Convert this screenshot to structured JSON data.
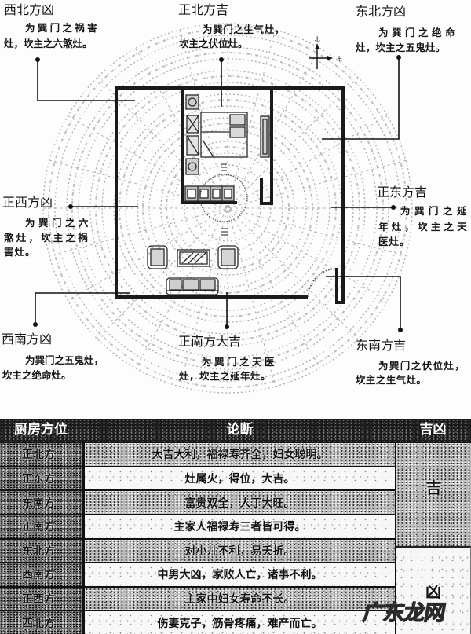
{
  "diagram": {
    "compass": {
      "north_label": "北",
      "east_label": "东"
    },
    "annotations": {
      "northwest": {
        "title": "西北方凶",
        "lines": [
          "为巽门之祸害",
          "灶，坎主之六煞灶。"
        ]
      },
      "north": {
        "title": "正北方吉",
        "lines": [
          "为巽门之生气灶，",
          "坎主之伏位灶。"
        ]
      },
      "northeast": {
        "title": "东北方凶",
        "lines": [
          "为巽门之绝命",
          "灶，坎主之五鬼灶。"
        ]
      },
      "west": {
        "title": "正西方凶",
        "lines": [
          "为巽门之六",
          "煞灶，坎主之祸",
          "害灶。"
        ]
      },
      "east": {
        "title": "正东方吉",
        "lines": [
          "为巽门之延",
          "年灶，坎主之天",
          "医灶。"
        ]
      },
      "southwest": {
        "title": "西南方凶",
        "lines": [
          "为巽门之五鬼灶，",
          "坎主之绝命灶。"
        ]
      },
      "south": {
        "title": "正南方大吉",
        "lines": [
          "为巽门之天医",
          "灶，坎主之延年灶。"
        ]
      },
      "southeast": {
        "title": "东南方吉",
        "lines": [
          "为巽门之伏位灶，",
          "坎主之生气灶。"
        ]
      }
    }
  },
  "table": {
    "headers": [
      "厨房方位",
      "论断",
      "吉凶"
    ],
    "rows": [
      {
        "direction": "正北方",
        "judgment": "大吉大利，福禄寿齐全，妇女聪明。"
      },
      {
        "direction": "正东方",
        "judgment": "灶属火，得位，大吉。"
      },
      {
        "direction": "东南方",
        "judgment": "富贵双全，人丁大旺。"
      },
      {
        "direction": "正南方",
        "judgment": "主家人福禄寿三者皆可得。"
      },
      {
        "direction": "东北方",
        "judgment": "对小儿不利，易夭折。"
      },
      {
        "direction": "西南方",
        "judgment": "中男大凶，家败人亡，诸事不利。"
      },
      {
        "direction": "正西方",
        "judgment": "主家中妇女寿命不长。"
      },
      {
        "direction": "西北方",
        "judgment": "伤妻克子，筋骨疼痛，难产而亡。"
      }
    ],
    "verdicts": [
      {
        "label": "吉",
        "span_rows": 4
      },
      {
        "label": "凶",
        "span_rows": 4
      }
    ]
  },
  "watermark": {
    "text": "广东龙网"
  }
}
